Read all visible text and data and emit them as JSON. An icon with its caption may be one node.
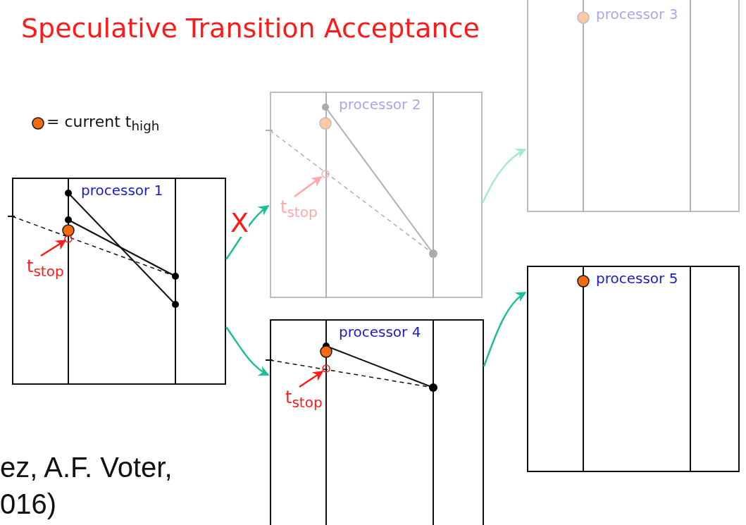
{
  "diagram": {
    "title": "Speculative Transition Acceptance",
    "nodes": [
      {
        "text": [
          "processor 1"
        ]
      },
      {
        "text": [
          "processor 2"
        ]
      },
      {
        "text": [
          "processor 3"
        ]
      },
      {
        "text": [
          "processor 4"
        ]
      },
      {
        "text": [
          "processor 5"
        ]
      },
      {
        "text": [
          "t$_{stop}$"
        ],
        "in": 0
      },
      {
        "text": [
          "t$_{stop}$"
        ],
        "in": 1
      },
      {
        "text": [
          "t$_{stop}$"
        ],
        "in": 3
      }
    ],
    "edges": [
      {
        "from": 0,
        "to": 1,
        "arrow": "to",
        "label": "X"
      },
      {
        "from": 0,
        "to": 3,
        "arrow": "to"
      },
      {
        "from": 1,
        "to": 2,
        "arrow": "to",
        "color": "#a8e8d6"
      },
      {
        "from": 3,
        "to": 4,
        "arrow": "to"
      },
      {
        "from": 5,
        "to": null,
        "arrow": "to",
        "color": "#ff1a1a"
      },
      {
        "from": 6,
        "to": null,
        "arrow": "to",
        "color": "#ffa8a8"
      },
      {
        "from": 7,
        "to": null,
        "arrow": "to",
        "color": "#ff1a1a"
      }
    ],
    "labels": [
      "ez, A.F. Voter,",
      "016)"
    ],
    "legend": [
      {
        "text": "= current t$_{high}$",
        "color": "#f26c0d"
      }
    ]
  }
}
